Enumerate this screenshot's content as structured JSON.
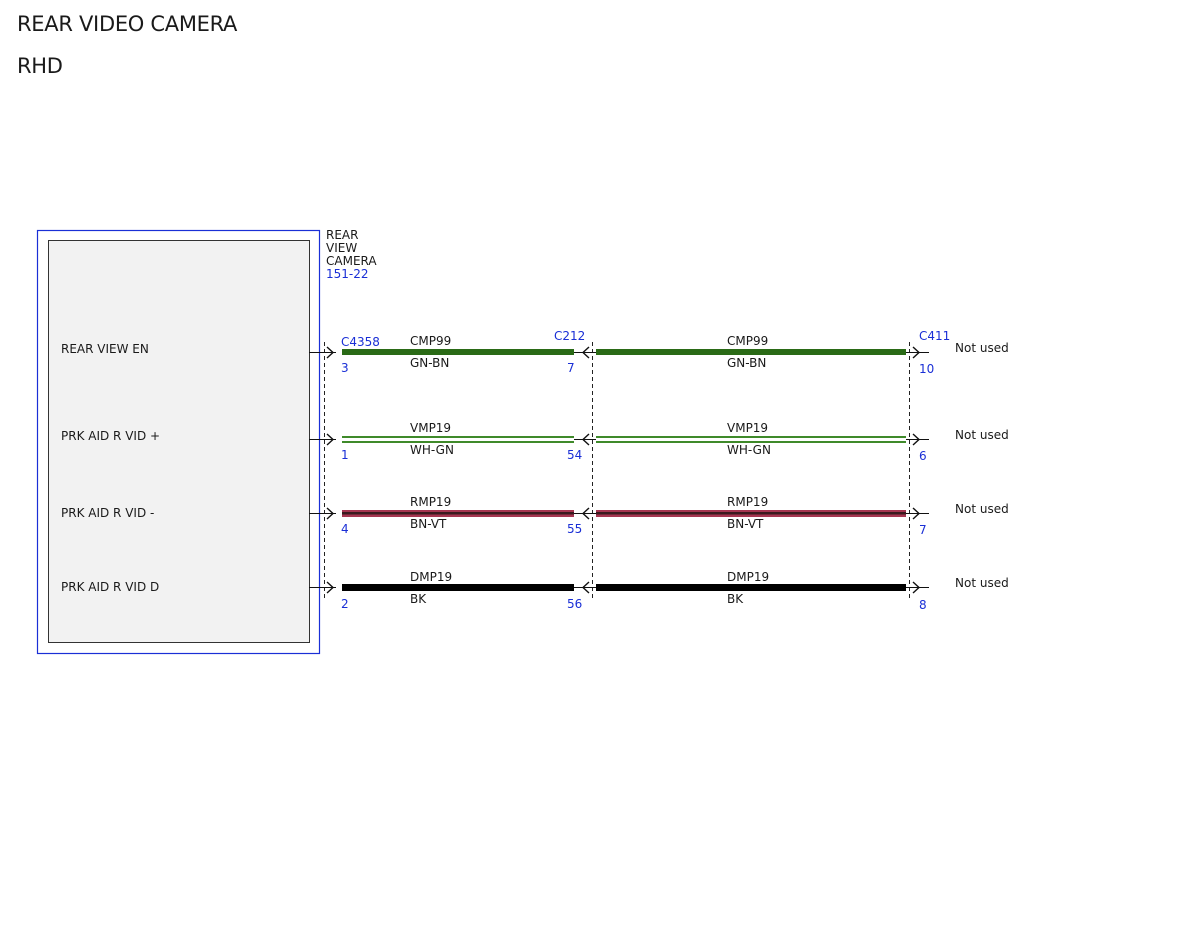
{
  "title": "REAR VIDEO CAMERA",
  "subtitle": "RHD",
  "component": {
    "name_lines": [
      "REAR",
      "VIEW",
      "CAMERA"
    ],
    "ref": "151-22"
  },
  "connectors": {
    "left": "C4358",
    "middle": "C212",
    "right": "C411"
  },
  "end_label": "Not used",
  "colors": {
    "frame_blue": "#1a2fd6",
    "GN-BN": "#2a6a16",
    "WH-GN": "#3f8a2a",
    "BN-VT": "#a63550",
    "BK": "#000000"
  },
  "circuits": [
    {
      "signal": "REAR VIEW EN",
      "circuit": "CMP99",
      "color": "GN-BN",
      "pin_left": "3",
      "pin_mid": "7",
      "pin_right": "10"
    },
    {
      "signal": "PRK AID R VID +",
      "circuit": "VMP19",
      "color": "WH-GN",
      "pin_left": "1",
      "pin_mid": "54",
      "pin_right": "6"
    },
    {
      "signal": "PRK AID R VID -",
      "circuit": "RMP19",
      "color": "BN-VT",
      "pin_left": "4",
      "pin_mid": "55",
      "pin_right": "7"
    },
    {
      "signal": "PRK AID R VID D",
      "circuit": "DMP19",
      "color": "BK",
      "pin_left": "2",
      "pin_mid": "56",
      "pin_right": "8"
    }
  ]
}
